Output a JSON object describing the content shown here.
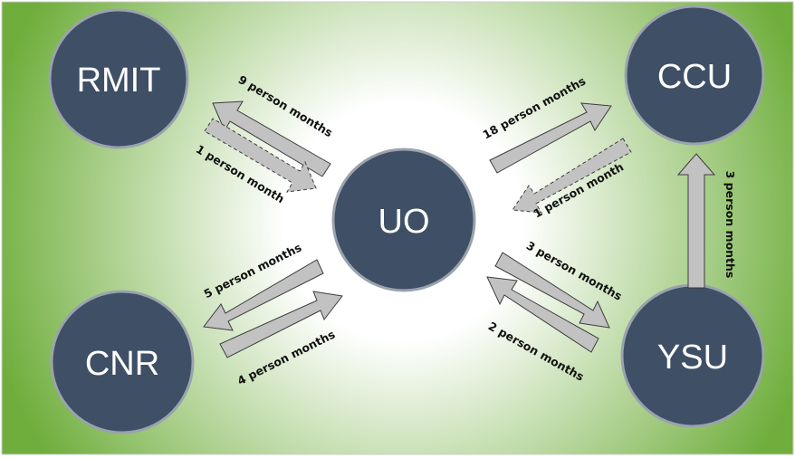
{
  "colors": {
    "background_edge": "#6fae3c",
    "background_center": "#ffffff",
    "node_fill": "#3f4f66",
    "node_stroke": "#9aa3ad",
    "arrow_fill": "#c2c2c2",
    "arrow_stroke": "#3d3d3d",
    "label_text": "#111111"
  },
  "nodes": {
    "rmit": "RMIT",
    "ccu": "CCU",
    "uo": "UO",
    "cnr": "CNR",
    "ysu": "YSU"
  },
  "flows": [
    {
      "id": "uo-to-rmit",
      "from": "UO",
      "to": "RMIT",
      "label": "9 person months",
      "style": "solid"
    },
    {
      "id": "rmit-to-uo",
      "from": "RMIT",
      "to": "UO",
      "label": "1 person month",
      "style": "dashed"
    },
    {
      "id": "uo-to-ccu",
      "from": "UO",
      "to": "CCU",
      "label": "18 person months",
      "style": "solid"
    },
    {
      "id": "ccu-to-uo",
      "from": "CCU",
      "to": "UO",
      "label": "1 person month",
      "style": "dashed"
    },
    {
      "id": "uo-to-cnr",
      "from": "UO",
      "to": "CNR",
      "label": "5 person months",
      "style": "solid"
    },
    {
      "id": "cnr-to-uo",
      "from": "CNR",
      "to": "UO",
      "label": "4 person months",
      "style": "solid"
    },
    {
      "id": "uo-to-ysu",
      "from": "UO",
      "to": "YSU",
      "label": "3 person months",
      "style": "solid"
    },
    {
      "id": "ysu-to-uo",
      "from": "YSU",
      "to": "UO",
      "label": "2 person months",
      "style": "solid"
    },
    {
      "id": "ysu-to-ccu",
      "from": "YSU",
      "to": "CCU",
      "label": "3 person months",
      "style": "solid"
    }
  ]
}
